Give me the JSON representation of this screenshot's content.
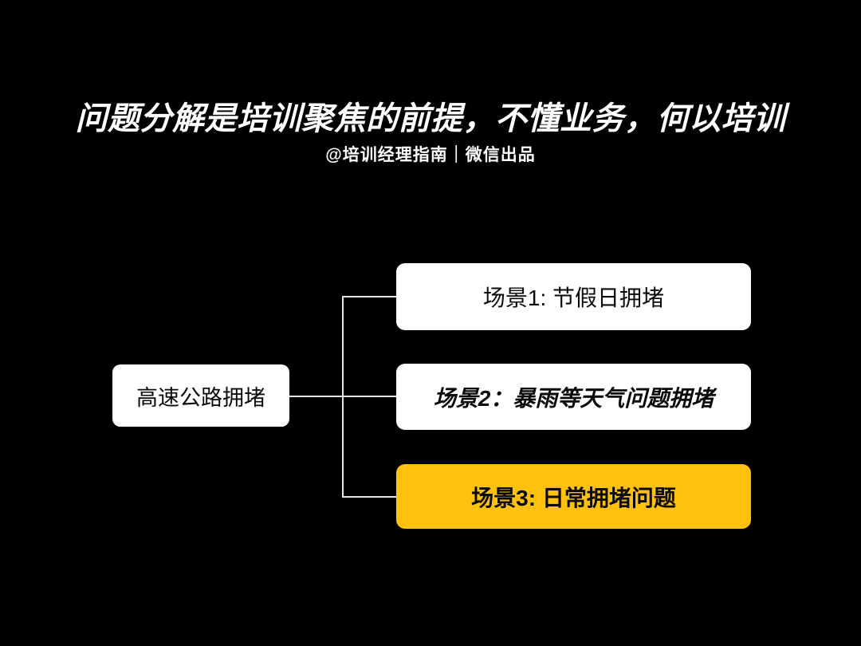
{
  "header": {
    "title": "问题分解是培训聚焦的前提，不懂业务，何以培训",
    "subtitle": "@培训经理指南｜微信出品"
  },
  "colors": {
    "background": "#000000",
    "box_white": "#FFFFFF",
    "box_highlight": "#FFC10E",
    "connector": "#E6E6E6",
    "title_text": "#FFFFFF",
    "box_text": "#0A0A0A"
  },
  "diagram": {
    "root": {
      "label": "高速公路拥堵"
    },
    "children": [
      {
        "label": "场景1: 节假日拥堵",
        "highlighted": false,
        "emphasis": false
      },
      {
        "label": "场景2：暴雨等天气问题拥堵",
        "highlighted": false,
        "emphasis": true
      },
      {
        "label": "场景3: 日常拥堵问题",
        "highlighted": true,
        "emphasis": false
      }
    ]
  }
}
